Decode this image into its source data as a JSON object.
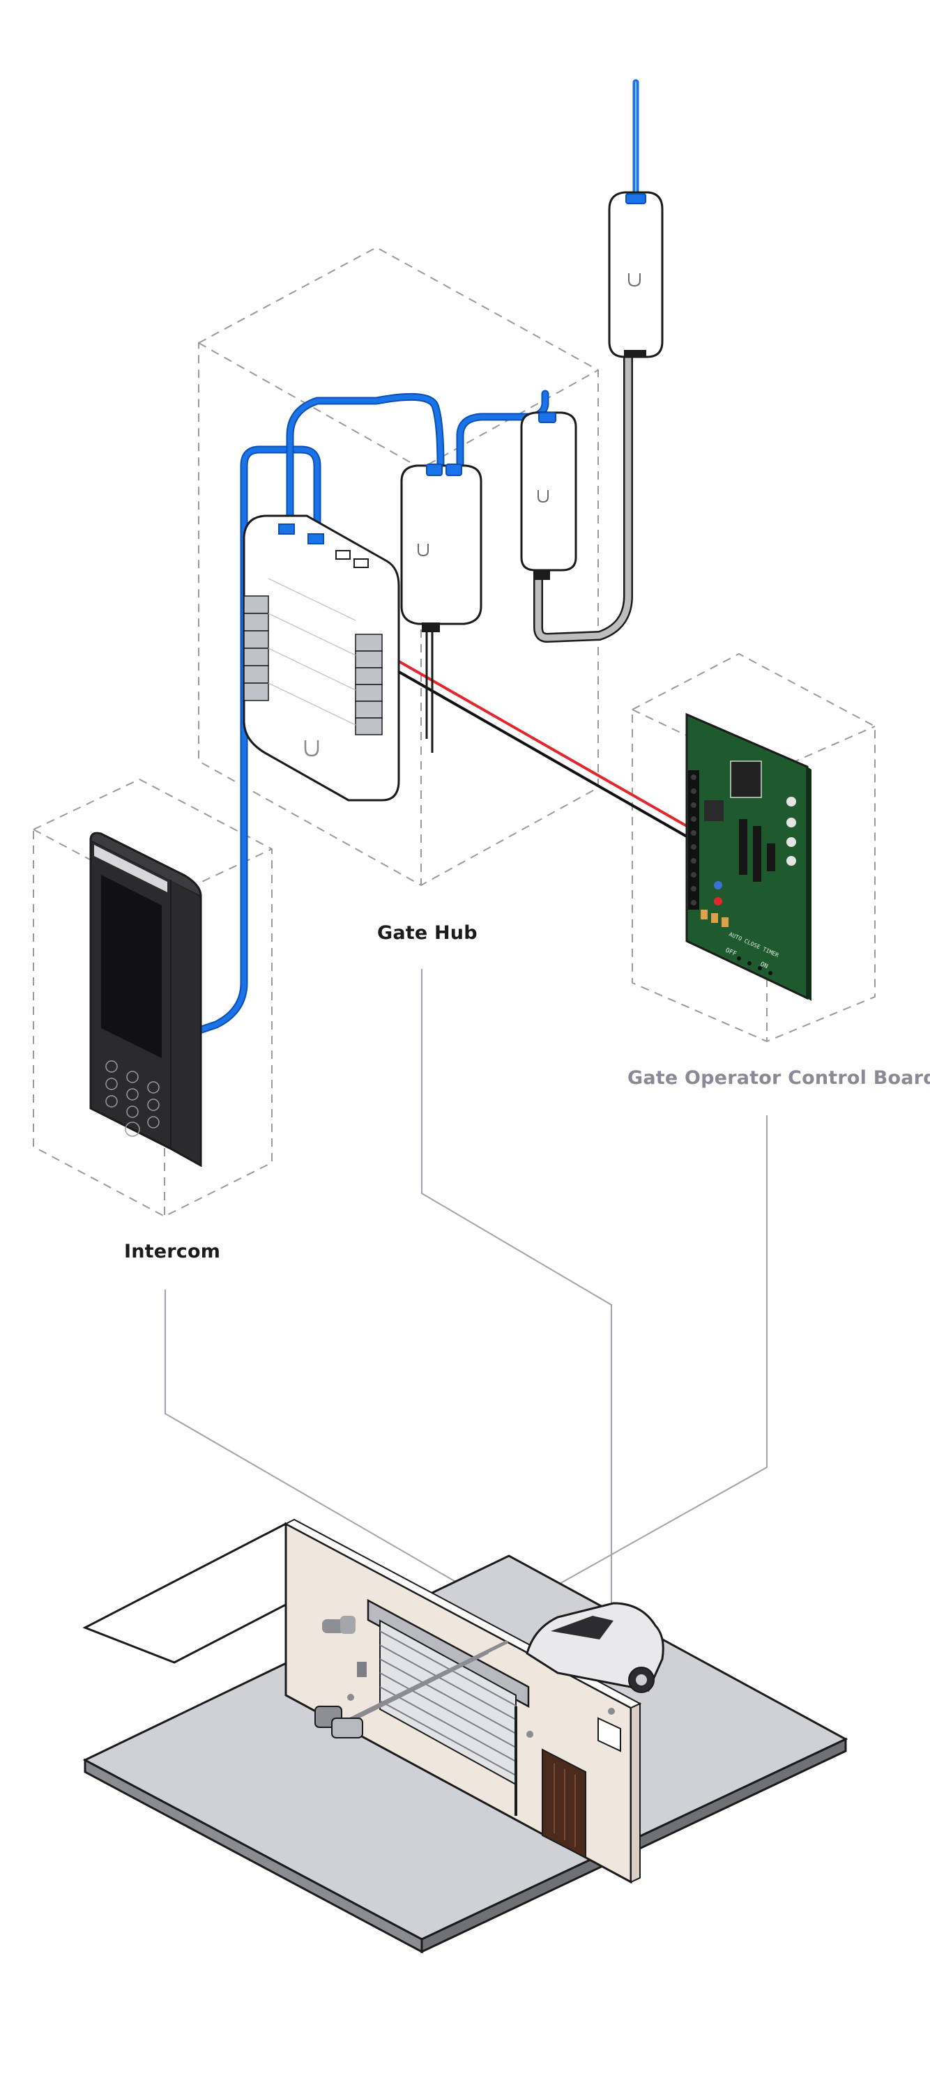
{
  "labels": {
    "gate_hub": "Gate Hub",
    "gate_operator": "Gate Operator Control Board",
    "intercom": "Intercom"
  },
  "board_text": {
    "auto_close": "AUTO CLOSE TIMER",
    "off": "OFF",
    "on": "ON"
  },
  "colors": {
    "ethernet": "#1a73e8",
    "ethernet_dark": "#0b4fb3",
    "wire_red": "#e0282e",
    "wire_black": "#111111",
    "pcb_green": "#1f5a2e",
    "intercom_body": "#2b2b2e",
    "outline": "#1b1b1b",
    "dashed": "#9a9a9a",
    "leader": "#a3a3ad",
    "floor": "#cfd1d6",
    "wall": "#efe6dd",
    "label_muted": "#8a8a96"
  },
  "icons": [
    "ubiquiti-logo-icon",
    "network-port-icon",
    "keypad-icon",
    "car-icon",
    "garage-door-icon",
    "door-icon",
    "gate-motor-icon",
    "camera-icon"
  ]
}
